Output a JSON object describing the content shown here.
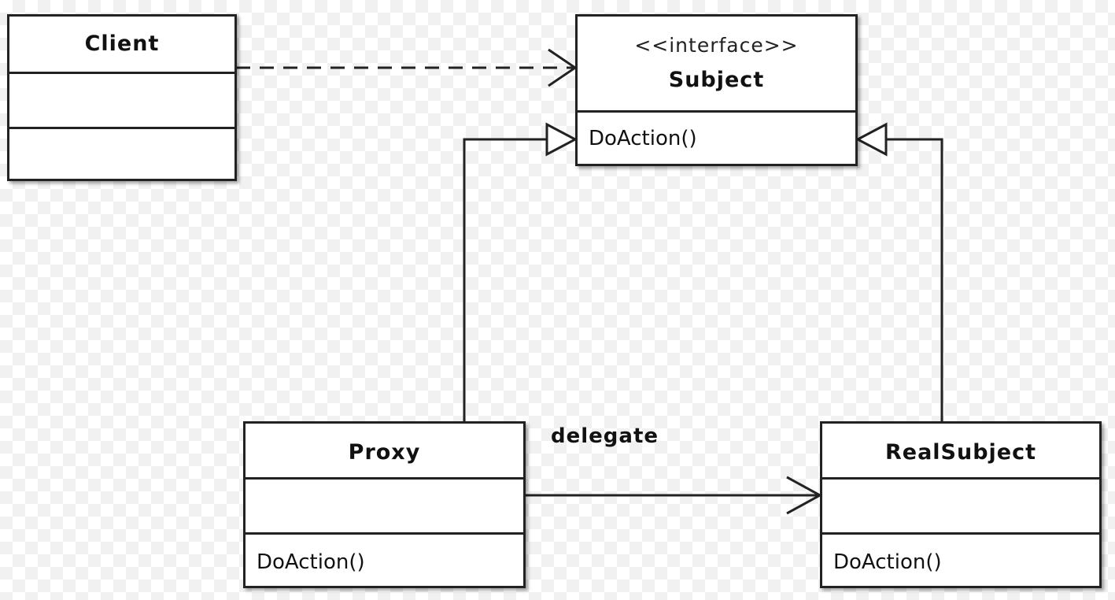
{
  "classes": {
    "client": {
      "name": "Client"
    },
    "subject": {
      "stereotype": "<<interface>>",
      "name": "Subject",
      "method": "DoAction()"
    },
    "proxy": {
      "name": "Proxy",
      "method": "DoAction()"
    },
    "real_subject": {
      "name": "RealSubject",
      "method": "DoAction()"
    }
  },
  "relations": {
    "delegate_label": "delegate"
  },
  "colors": {
    "line": "#222222",
    "box_fill": "#ffffff"
  }
}
